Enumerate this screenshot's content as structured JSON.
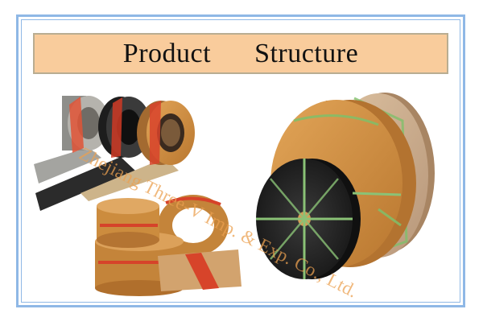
{
  "title": "Product      Structure",
  "watermark": "Zhejiang Three-V Imp. & Exp. Co., Ltd.",
  "colors": {
    "frame_blue": "#8fb8e6",
    "banner_fill": "#f9cc9c",
    "tape_orange": "#c98a3e",
    "tape_black": "#262626",
    "watermark": "#eba050"
  },
  "image_subject": "rolls of tangential belts / transmission tape"
}
